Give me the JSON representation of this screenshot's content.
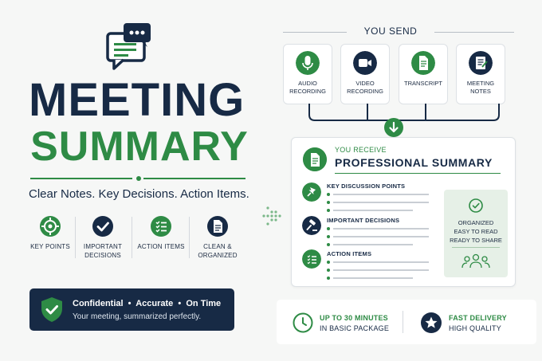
{
  "left": {
    "title_line1": "MEETING",
    "title_line2": "SUMMARY",
    "tagline": "Clear Notes. Key Decisions. Action Items.",
    "features": [
      {
        "label": "KEY POINTS",
        "icon": "target-icon"
      },
      {
        "label": "IMPORTANT DECISIONS",
        "icon": "check-circle-icon"
      },
      {
        "label": "ACTION ITEMS",
        "icon": "checklist-icon"
      },
      {
        "label": "CLEAN & ORGANIZED",
        "icon": "document-icon"
      }
    ],
    "badge": {
      "items": [
        "Confidential",
        "Accurate",
        "On Time"
      ],
      "line1": "Confidential  •  Accurate  •  On Time",
      "line2": "Your meeting, summarized perfectly."
    }
  },
  "send": {
    "heading": "YOU SEND",
    "cards": [
      {
        "label": "AUDIO RECORDING",
        "icon": "microphone-icon"
      },
      {
        "label": "VIDEO RECORDING",
        "icon": "video-camera-icon"
      },
      {
        "label": "TRANSCRIPT",
        "icon": "transcript-icon"
      },
      {
        "label": "MEETING NOTES",
        "icon": "notebook-icon"
      }
    ]
  },
  "receive": {
    "label": "YOU RECEIVE",
    "title": "PROFESSIONAL SUMMARY",
    "sections": [
      {
        "title": "KEY DISCUSSION POINTS",
        "icon": "pin-icon"
      },
      {
        "title": "IMPORTANT DECISIONS",
        "icon": "gavel-icon"
      },
      {
        "title": "ACTION ITEMS",
        "icon": "list-icon"
      }
    ],
    "box": {
      "line1": "ORGANIZED",
      "line2": "EASY TO READ",
      "line3": "READY TO SHARE"
    }
  },
  "bottom": {
    "time_line1": "UP TO 30 MINUTES",
    "time_line2": "IN BASIC PACKAGE",
    "delivery_line1": "FAST DELIVERY",
    "delivery_line2": "HIGH QUALITY"
  },
  "colors": {
    "navy": "#172a45",
    "green": "#2e8b45",
    "light_green": "#e6f0e7"
  }
}
